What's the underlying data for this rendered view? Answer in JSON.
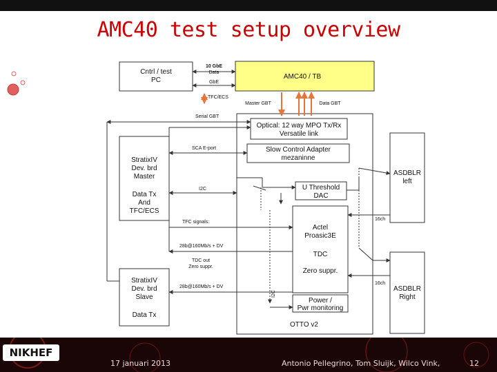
{
  "slide": {
    "title": "AMC40 test setup overview",
    "footer_date": "17 januari 2013",
    "footer_authors": "Antonio Pellegrino, Tom Sluijk, Wilco Vink,",
    "page_number": "12",
    "logo_text": "NIKHEF"
  },
  "diagram": {
    "ctrl_pc": [
      "Cntrl / test",
      "PC"
    ],
    "amc40": "AMC40 / TB",
    "gbe_10": "10 GbE",
    "data": "Data",
    "gbe": "GbE",
    "tfc_ecs": "TFC/ECS",
    "master_gbt": "Master GBT",
    "data_gbt": "Data GBT",
    "serial_gbt": "Serial GBT",
    "optical": [
      "Optical: 12 way MPO Tx/Rx",
      "Versatile link"
    ],
    "sca_eport": "SCA E-port",
    "sca": [
      "Slow Control Adapter",
      "mezaninne"
    ],
    "stratix_master": [
      "StratixIV",
      "Dev. brd",
      "Master",
      "",
      "Data Tx",
      "And",
      "TFC/ECS"
    ],
    "i2c": "I2C",
    "u_threshold": [
      "U Threshold",
      "DAC"
    ],
    "asdblr_left": [
      "ASDBLR",
      "left"
    ],
    "tfc_signals": "TFC signals:",
    "ch16a": "16ch",
    "actel": [
      "Actel",
      "Proasic3E"
    ],
    "link_28b_1": "28b@160Mb/s + DV",
    "tdc_out": [
      "TDC out",
      "Zero suppr."
    ],
    "tdc": "TDC",
    "zero_suppr": "Zero suppr.",
    "ch16b": "16ch",
    "stratix_slave": [
      "StratixIV",
      "Dev. brd",
      "Slave",
      "",
      "Data Tx"
    ],
    "link_28b_2": "28b@160Mb/s + DV",
    "i2c_vertical": "I2C",
    "power": [
      "Power /",
      "Pwr monitoring"
    ],
    "asdblr_right": [
      "ASDBLR",
      "Right"
    ],
    "otto": "OTTO v2"
  },
  "colors": {
    "title": "#cc0000",
    "amc40_fill": "#ffff88",
    "arrow_orange": "#e8743a",
    "footer_bg": "#1a0606"
  }
}
